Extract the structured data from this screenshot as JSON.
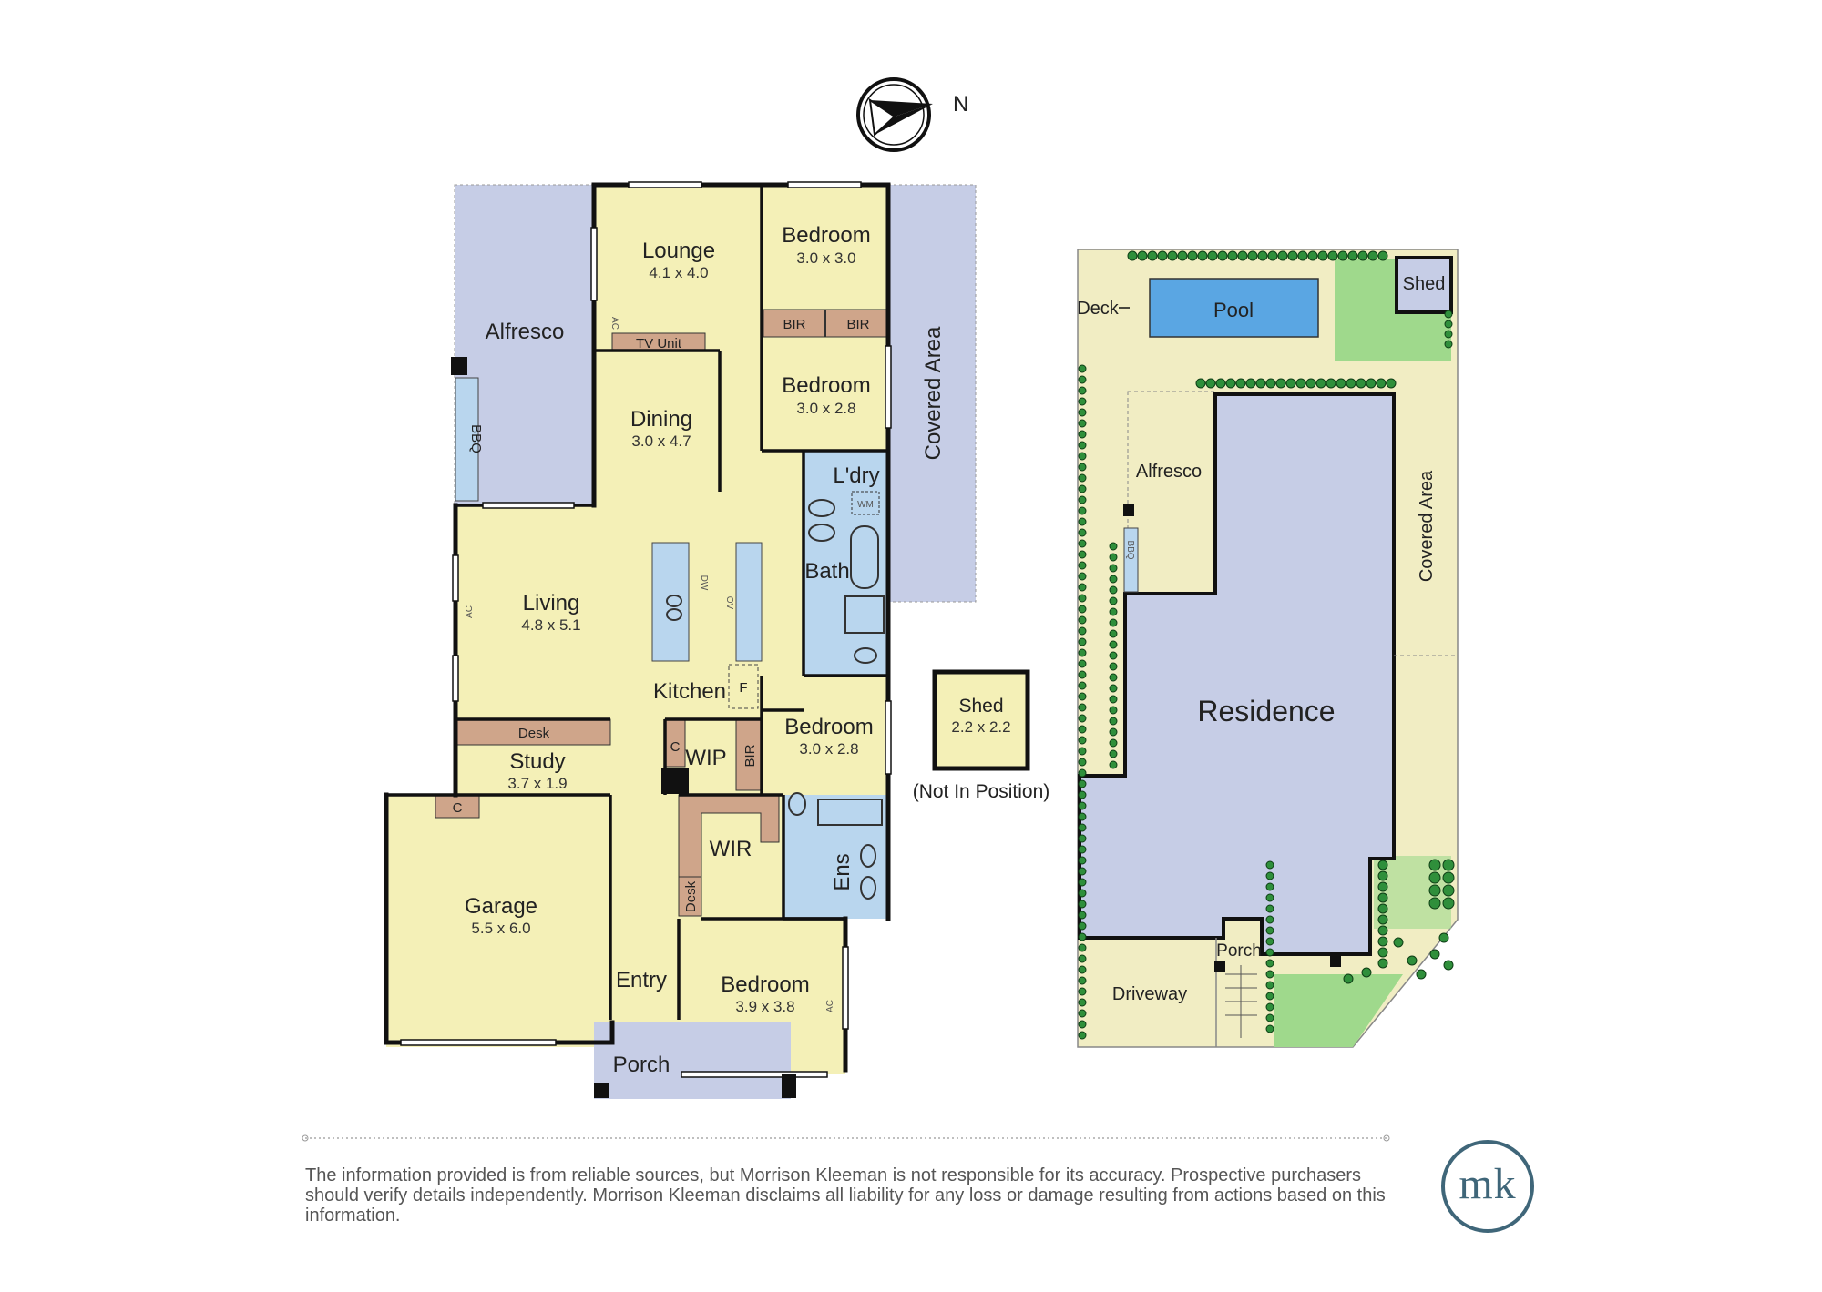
{
  "compass": {
    "label": "N"
  },
  "floor_plan": {
    "rooms": [
      {
        "name": "Lounge",
        "dims": "4.1 x 4.0"
      },
      {
        "name": "Bedroom",
        "dims": "3.0 x 3.0"
      },
      {
        "name": "Alfresco",
        "dims": ""
      },
      {
        "name": "Bedroom",
        "dims": "3.0 x 2.8"
      },
      {
        "name": "Dining",
        "dims": "3.0 x 4.7"
      },
      {
        "name": "Living",
        "dims": "4.8 x 5.1"
      },
      {
        "name": "Bedroom",
        "dims": "3.0 x 2.8"
      },
      {
        "name": "Study",
        "dims": "3.7 x 1.9"
      },
      {
        "name": "Garage",
        "dims": "5.5 x 6.0"
      },
      {
        "name": "Bedroom",
        "dims": "3.9 x 3.8"
      },
      {
        "name": "Porch",
        "dims": ""
      },
      {
        "name": "Entry",
        "dims": ""
      }
    ],
    "labels": {
      "kitchen": "Kitchen",
      "ldry": "L'dry",
      "bath": "Bath",
      "ens": "Ens",
      "wip": "WIP",
      "wir": "WIR",
      "bir": "BIR",
      "tv_unit": "TV Unit",
      "desk": "Desk",
      "bbq": "BBQ",
      "covered_area": "Covered Area",
      "c": "C",
      "f": "F",
      "ac": "AC",
      "dw": "DW",
      "ov": "OV",
      "wm": "WM"
    }
  },
  "shed": {
    "name": "Shed",
    "dims": "2.2 x 2.2",
    "note": "(Not In Position)"
  },
  "site_plan": {
    "labels": {
      "deck": "Deck",
      "pool": "Pool",
      "shed": "Shed",
      "alfresco": "Alfresco",
      "covered_area": "Covered Area",
      "residence": "Residence",
      "driveway": "Driveway",
      "porch": "Porch",
      "bbq": "BBQ"
    }
  },
  "disclaimer": "The information provided is from reliable sources, but Morrison Kleeman is not responsible for its accuracy. Prospective purchasers should verify details independently. Morrison Kleeman disclaims all liability for any loss or damage resulting from actions based on this information.",
  "logo": {
    "text": "mk"
  },
  "colors": {
    "room": "#f4f0b7",
    "outdoor": "#c6cde6",
    "wet": "#b9d6ee",
    "joinery": "#cfa58a",
    "lawn": "#9fd98c",
    "pool": "#5aa6e3",
    "paving": "#f1edc3",
    "wall": "#111111",
    "accent": "#3f6679"
  }
}
